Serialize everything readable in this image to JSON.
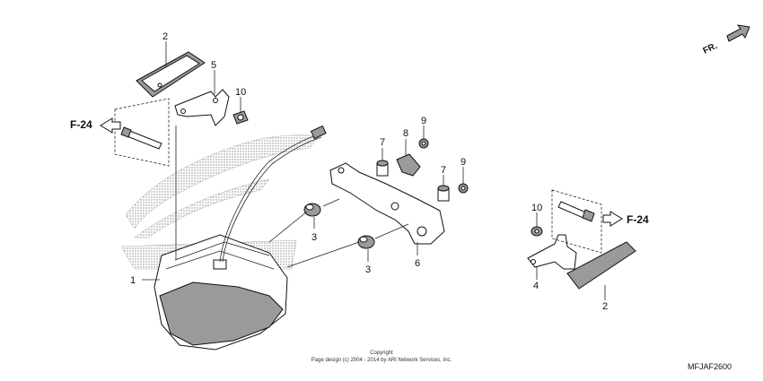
{
  "direction_marker": "FR.",
  "reference_left": "F-24",
  "reference_right": "F-24",
  "callouts": {
    "part_1": "1",
    "part_2_upper": "2",
    "part_2_lower": "2",
    "part_3_upper": "3",
    "part_3_lower": "3",
    "part_4": "4",
    "part_5": "5",
    "part_6": "6",
    "part_7_left": "7",
    "part_7_right": "7",
    "part_8": "8",
    "part_9_left": "9",
    "part_9_right": "9",
    "part_10_left": "10",
    "part_10_right": "10"
  },
  "copyright": {
    "line1": "Copyright",
    "line2": "Page design (c) 2004 - 2014 by ARI Network Services, Inc."
  },
  "diagram_code": "MFJAF2600"
}
